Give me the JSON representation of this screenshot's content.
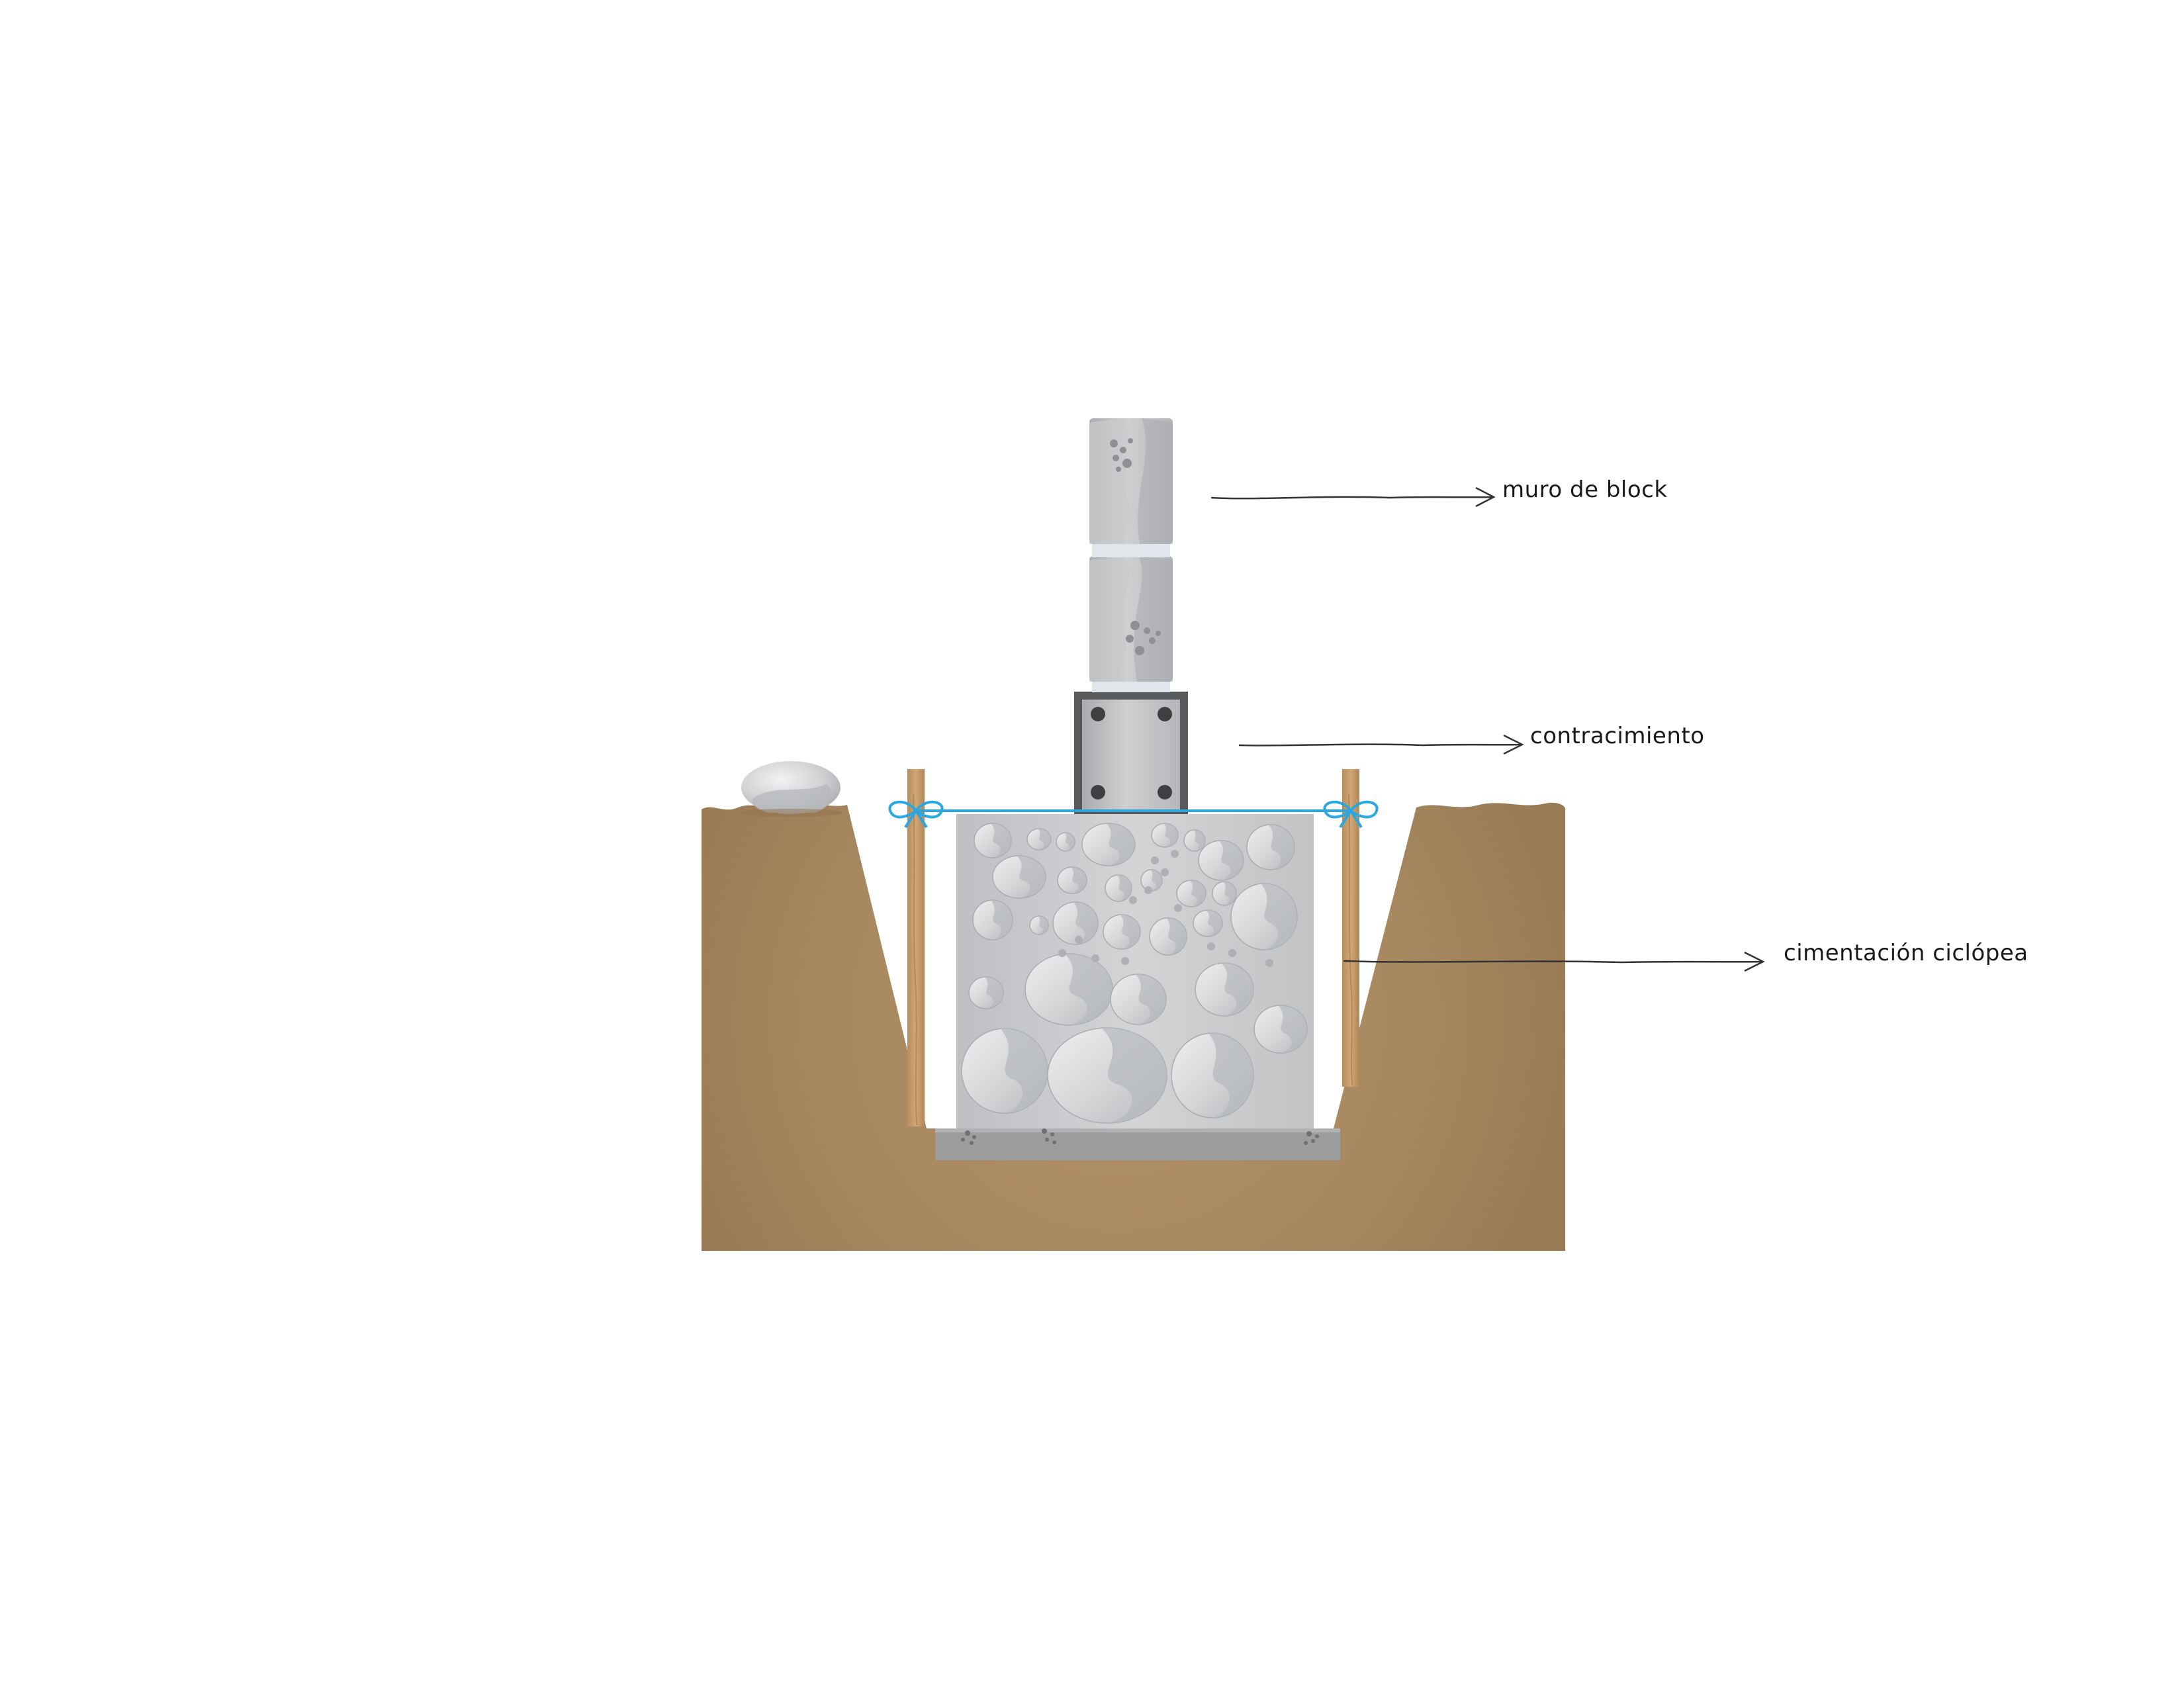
{
  "labels": {
    "wall": "muro de block",
    "tie_beam": "contracimiento",
    "foundation": "cimentación ciclópea"
  },
  "colors": {
    "soil_edge": "#9a7d57",
    "soil_center": "#b08f67",
    "concrete": "#c8cacc",
    "stone": "#dedfe1",
    "stake": "#c49a68",
    "string": "#2aa7e0",
    "block": "#b9bbbe",
    "lean_concrete": "#9c9d9f"
  }
}
